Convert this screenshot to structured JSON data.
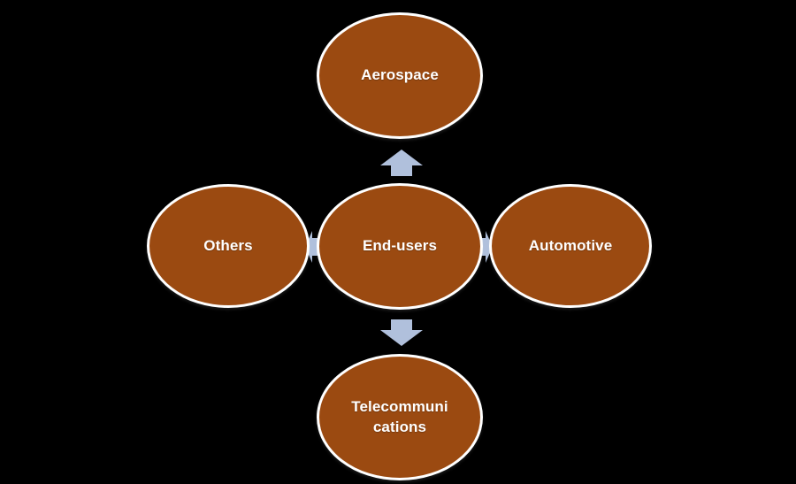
{
  "diagram": {
    "type": "radial-hub-and-spoke",
    "background_color": "#000000",
    "node_fill_color": "#9b4a11",
    "node_border_color": "#ffffff",
    "arrow_color": "#b0c0dc",
    "label_color": "#ffffff",
    "center": {
      "id": "end-users",
      "label": "End-users"
    },
    "spokes": [
      {
        "id": "aerospace",
        "label": "Aerospace",
        "position": "top",
        "connector": "arrow-up"
      },
      {
        "id": "automotive",
        "label": "Automotive",
        "position": "right",
        "connector": "arrow-right"
      },
      {
        "id": "telecommunications",
        "label": "Telecommuni\ncations",
        "position": "bottom",
        "connector": "arrow-down"
      },
      {
        "id": "others",
        "label": "Others",
        "position": "left",
        "connector": "arrow-left"
      }
    ]
  }
}
